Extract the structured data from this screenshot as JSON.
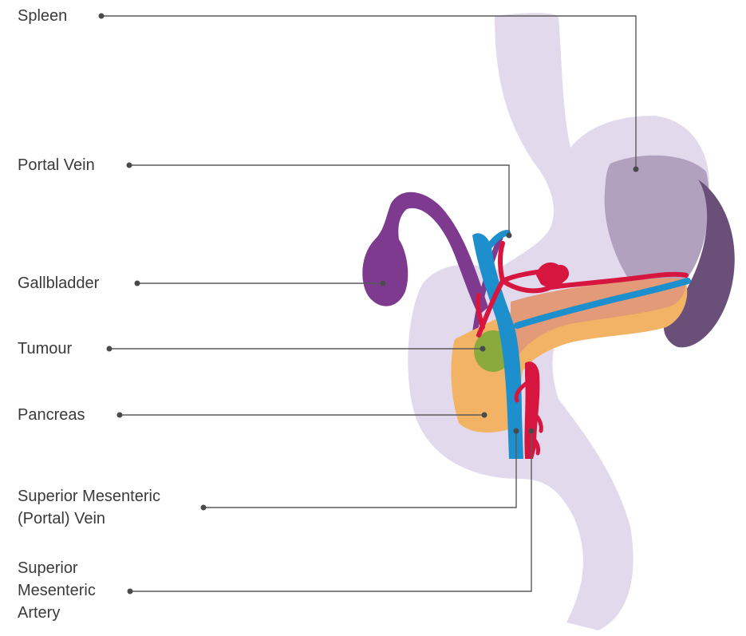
{
  "labels": {
    "spleen": "Spleen",
    "portal_vein": "Portal Vein",
    "gallbladder": "Gallbladder",
    "tumour": "Tumour",
    "pancreas": "Pancreas",
    "smv": [
      "Superior Mesenteric",
      "(Portal) Vein"
    ],
    "sma": [
      "Superior",
      "Mesenteric",
      "Artery"
    ]
  },
  "colors": {
    "stomach": "#e3d9ec",
    "spleen": "#b2a0bf",
    "spleen_dark": "#6a4f79",
    "gallbladder": "#7e3a8f",
    "pancreas": "#f2b364",
    "pancreas_overlay": "#e29a78",
    "tumour": "#7ea83a",
    "vein": "#1c8fcc",
    "artery": "#d6163f",
    "leader_line": "#5a5a5a",
    "text": "#3a3a3a"
  }
}
